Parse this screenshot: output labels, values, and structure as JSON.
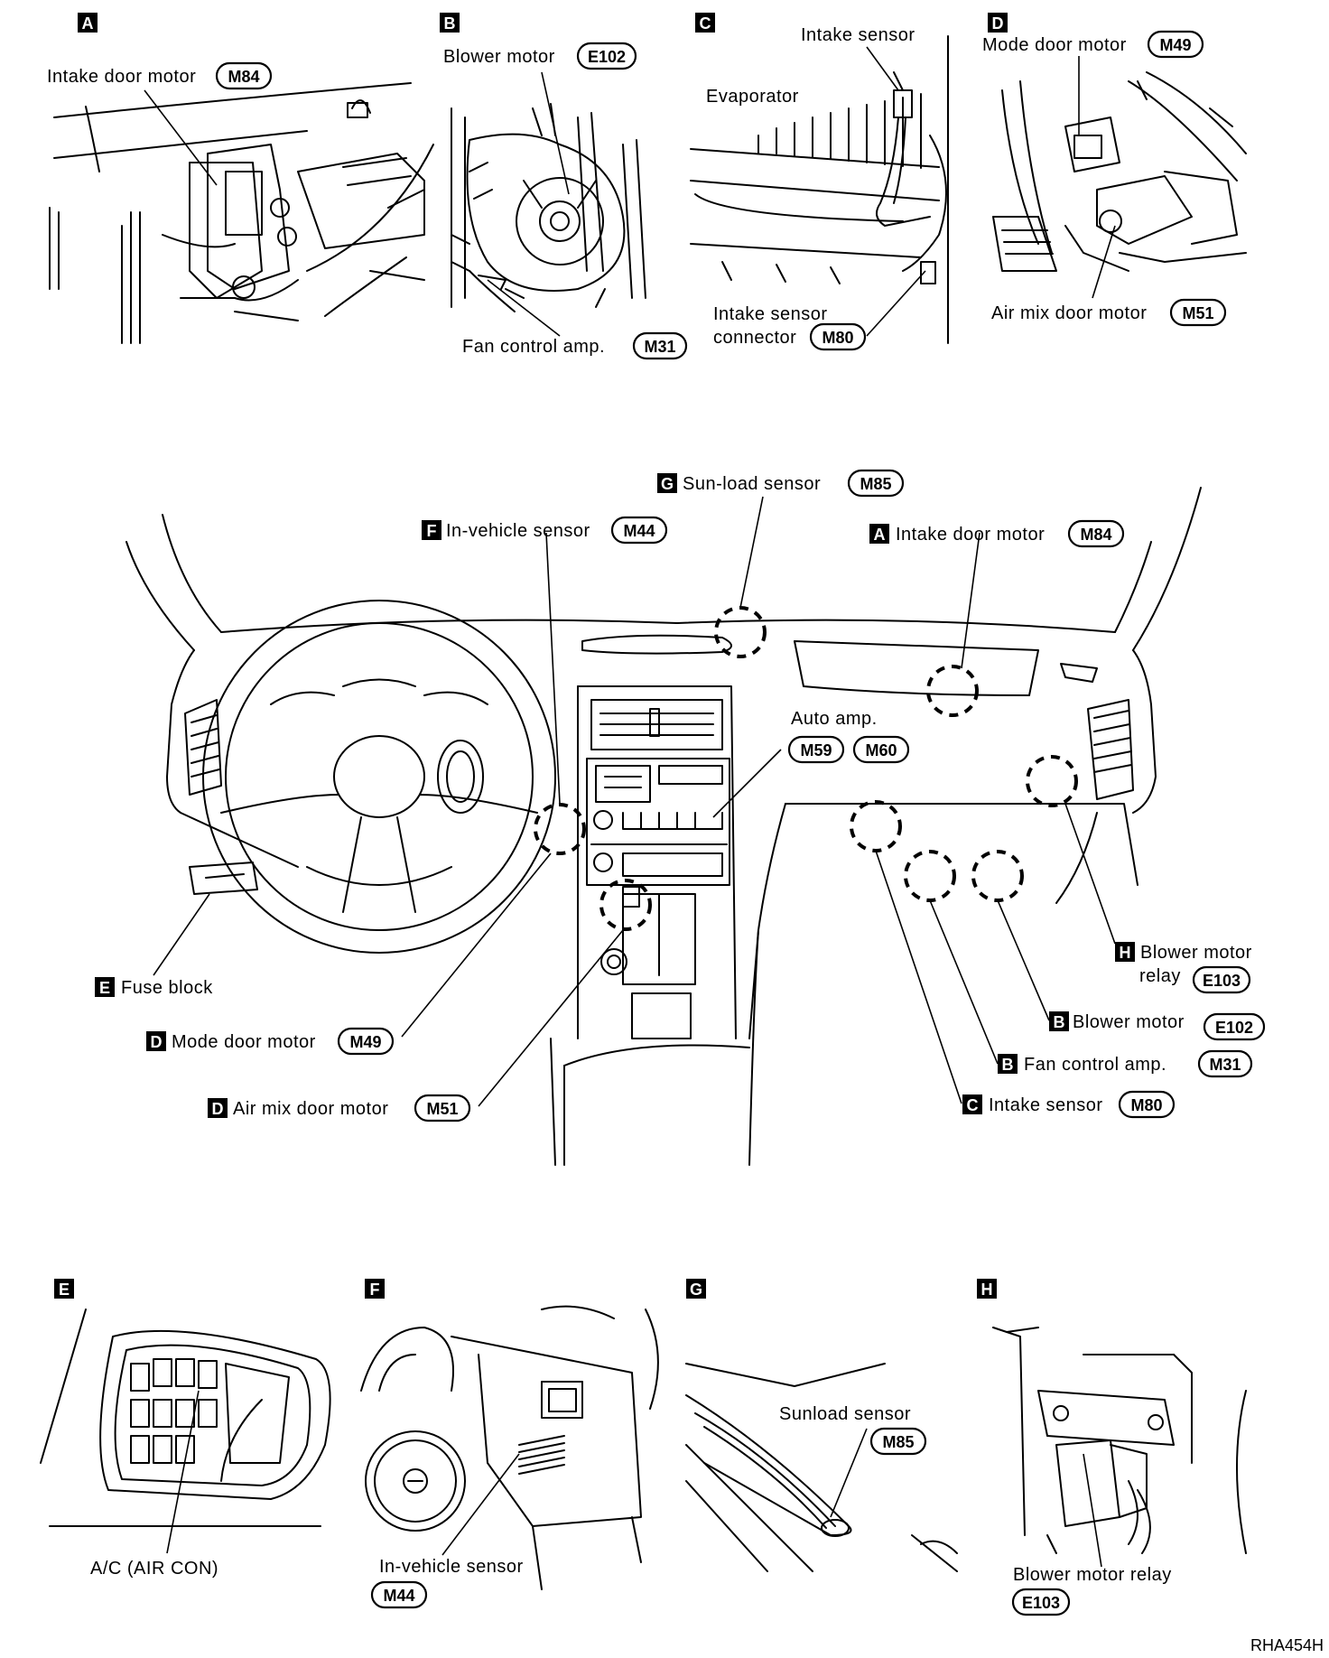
{
  "panels": {
    "A": {
      "letter": "A",
      "label": "Intake door motor",
      "connector": "M84"
    },
    "B": {
      "letter": "B",
      "label1": "Blower motor",
      "connector1": "E102",
      "label2": "Fan control amp.",
      "connector2": "M31"
    },
    "C": {
      "letter": "C",
      "label1": "Intake sensor",
      "label2": "Evaporator",
      "label3a": "Intake sensor",
      "label3b": "connector",
      "connector": "M80"
    },
    "D": {
      "letter": "D",
      "label1": "Mode door motor",
      "connector1": "M49",
      "label2": "Air mix door motor",
      "connector2": "M51"
    },
    "E": {
      "letter": "E",
      "label": "A/C (AIR CON)"
    },
    "F": {
      "letter": "F",
      "label": "In-vehicle sensor",
      "connector": "M44"
    },
    "G": {
      "letter": "G",
      "label": "Sunload sensor",
      "connector": "M85"
    },
    "H": {
      "letter": "H",
      "label": "Blower motor relay",
      "connector": "E103"
    }
  },
  "center": {
    "sunload": {
      "letter": "G",
      "label": "Sun-load sensor",
      "connector": "M85"
    },
    "invehicle": {
      "letter": "F",
      "label": "In-vehicle sensor",
      "connector": "M44"
    },
    "intake_door": {
      "letter": "A",
      "label": "Intake door motor",
      "connector": "M84"
    },
    "auto_amp": {
      "label": "Auto amp.",
      "connector1": "M59",
      "connector2": "M60"
    },
    "fuse_block": {
      "letter": "E",
      "label": "Fuse block"
    },
    "mode_door": {
      "letter": "D",
      "label": "Mode door motor",
      "connector": "M49"
    },
    "air_mix": {
      "letter": "D",
      "label": "Air mix door motor",
      "connector": "M51"
    },
    "relay": {
      "letter": "H",
      "label1": "Blower motor",
      "label2": "relay",
      "connector": "E103"
    },
    "blower": {
      "letter": "B",
      "label": "Blower motor",
      "connector": "E102"
    },
    "fan_amp": {
      "letter": "B",
      "label": "Fan control amp.",
      "connector": "M31"
    },
    "intake_sensor": {
      "letter": "C",
      "label": "Intake sensor",
      "connector": "M80"
    }
  },
  "figure_code": "RHA454H"
}
